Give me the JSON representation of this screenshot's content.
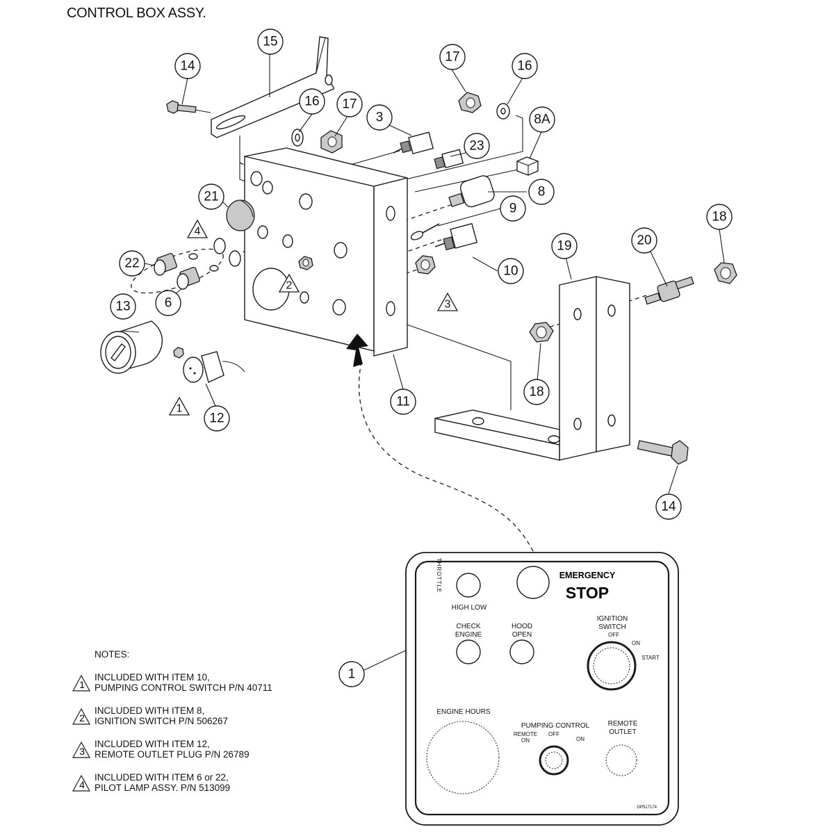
{
  "title": "CONTROL BOX ASSY.",
  "callouts": {
    "c15": "15",
    "c14a": "14",
    "c17a": "17",
    "c16a": "16",
    "c16b": "16",
    "c17b": "17",
    "c3": "3",
    "c23": "23",
    "c8a": "8A",
    "c8": "8",
    "c9": "9",
    "c10": "10",
    "c21": "21",
    "c22": "22",
    "c6": "6",
    "c13": "13",
    "c12": "12",
    "c11": "11",
    "c19": "19",
    "c20": "20",
    "c18a": "18",
    "c18b": "18",
    "c14b": "14",
    "c1": "1"
  },
  "triangles": {
    "t4": "4",
    "t2": "2",
    "t3": "3",
    "t1": "1"
  },
  "panel": {
    "throttle": "THROTTLE",
    "high_low": "HIGH LOW",
    "emergency": "EMERGENCY",
    "stop": "STOP",
    "check_engine_1": "CHECK",
    "check_engine_2": "ENGINE",
    "hood_open_1": "HOOD",
    "hood_open_2": "OPEN",
    "ignition_1": "IGNITION",
    "ignition_2": "SWITCH",
    "ign_off": "OFF",
    "ign_on": "ON",
    "ign_start": "START",
    "engine_hours": "ENGINE HOURS",
    "pumping_control": "PUMPING CONTROL",
    "pc_remote_on_1": "REMOTE",
    "pc_remote_on_2": "ON",
    "pc_off": "OFF",
    "pc_on": "ON",
    "remote_outlet_1": "REMOTE",
    "remote_outlet_2": "OUTLET",
    "part_code": "OP517174"
  },
  "notes": {
    "heading": "NOTES:",
    "items": [
      {
        "num": "1",
        "line1": "INCLUDED WITH ITEM 10,",
        "line2": "PUMPING CONTROL SWITCH P/N 40711"
      },
      {
        "num": "2",
        "line1": "INCLUDED WITH ITEM 8,",
        "line2": "IGNITION SWITCH P/N 506267"
      },
      {
        "num": "3",
        "line1": "INCLUDED WITH ITEM 12,",
        "line2": "REMOTE OUTLET PLUG P/N 26789"
      },
      {
        "num": "4",
        "line1": "INCLUDED WITH ITEM 6 or 22,",
        "line2": "PILOT LAMP ASSY. P/N 513099"
      }
    ]
  }
}
